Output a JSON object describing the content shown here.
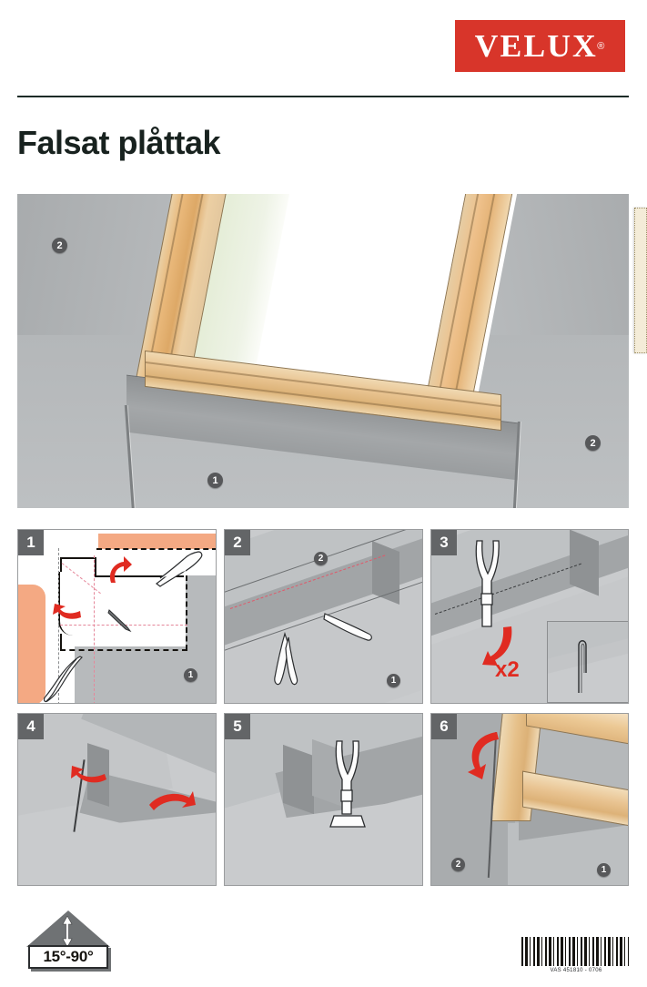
{
  "header": {
    "logo_text": "VELUX",
    "logo_registered": "®",
    "logo_color": "#d8352a",
    "title": "Falsat plåttak"
  },
  "main_illustration": {
    "name": "roof-window-frame-overview",
    "badges": [
      {
        "label": "2",
        "position": "upper-left"
      },
      {
        "label": "2",
        "position": "right"
      },
      {
        "label": "1",
        "position": "bottom-center"
      }
    ]
  },
  "steps": [
    {
      "number": "1",
      "badges": [
        {
          "label": "1"
        }
      ],
      "annotations": [],
      "description": "cutting-template-diagram-with-pliers"
    },
    {
      "number": "2",
      "badges": [
        {
          "label": "2"
        },
        {
          "label": "1"
        }
      ],
      "annotations": [],
      "description": "folding-metal-edge-along-marked-line"
    },
    {
      "number": "3",
      "badges": [],
      "annotations": [
        {
          "label": "x2",
          "color": "#e02b21"
        }
      ],
      "description": "seaming-tool-fold-twice-with-inset-detail"
    },
    {
      "number": "4",
      "badges": [],
      "annotations": [],
      "description": "folding-corner-flashing-two-directions"
    },
    {
      "number": "5",
      "badges": [],
      "annotations": [],
      "description": "seaming-tool-positioned-on-upstand"
    },
    {
      "number": "6",
      "badges": [
        {
          "label": "2"
        },
        {
          "label": "1"
        }
      ],
      "annotations": [],
      "description": "final-fold-against-window-frame"
    }
  ],
  "footer": {
    "pitch_value": "15°-90°",
    "barcode_text": "VAS 451810 - 0706"
  }
}
